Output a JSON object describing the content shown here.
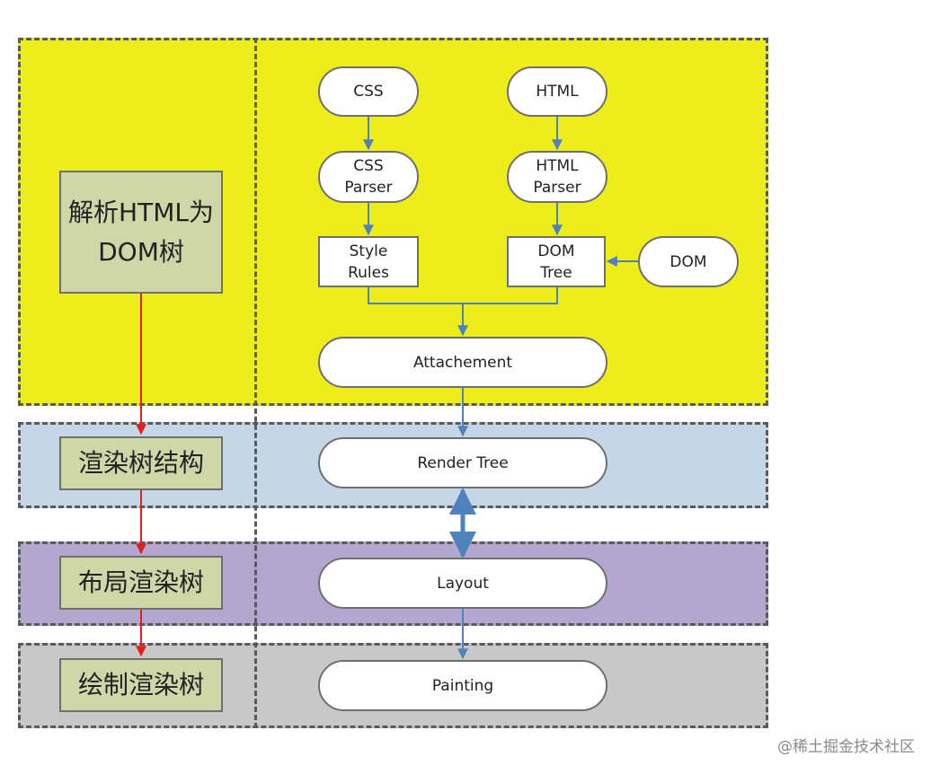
{
  "stages": {
    "parse": "解析HTML为DOM树",
    "render": "渲染树结构",
    "layout": "布局渲染树",
    "paint": "绘制渲染树"
  },
  "nodes": {
    "css": "CSS",
    "html": "HTML",
    "css_parser": [
      "CSS",
      "Parser"
    ],
    "html_parser": [
      "HTML",
      "Parser"
    ],
    "style_rules": [
      "Style",
      "Rules"
    ],
    "dom_tree": [
      "DOM",
      "Tree"
    ],
    "dom": "DOM",
    "attachement": "Attachement",
    "render_tree": "Render Tree",
    "layout": "Layout",
    "painting": "Painting"
  },
  "watermark": "@稀土掘金技术社区",
  "colors": {
    "parse_panel": "#eded1c",
    "render_panel": "#c5d7e6",
    "layout_panel": "#b3a7cf",
    "paint_panel": "#c8c8c8",
    "stage_box": "#cfd6a7",
    "flow_arrow": "#4f81bd",
    "stage_arrow": "#e02020"
  }
}
